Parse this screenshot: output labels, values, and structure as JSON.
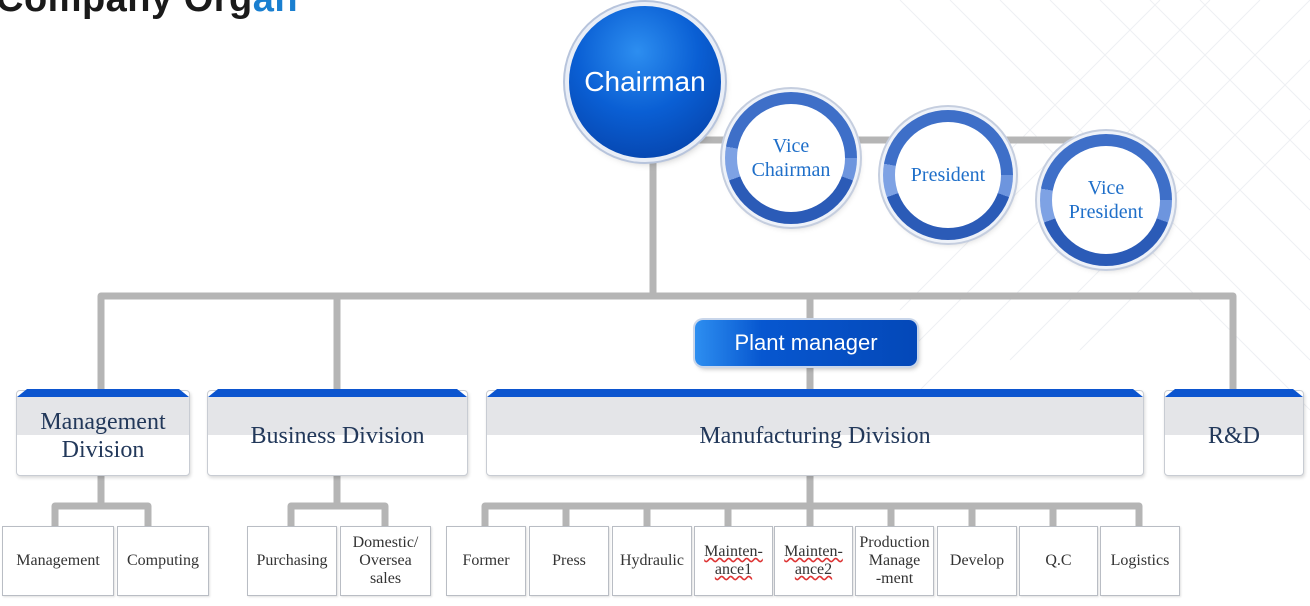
{
  "title": {
    "text": "Company Org",
    "accent": "an"
  },
  "top": {
    "chairman": "Chairman",
    "vice_chairman": "Vice\nChairman",
    "president": "President",
    "vice_president": "Vice\nPresident"
  },
  "plant_manager": "Plant manager",
  "divisions": [
    {
      "label": "Management\nDivision"
    },
    {
      "label": "Business Division"
    },
    {
      "label": "Manufacturing Division"
    },
    {
      "label": "R&D"
    }
  ],
  "departments": [
    {
      "label": "Management"
    },
    {
      "label": "Computing"
    },
    {
      "label": "Purchasing"
    },
    {
      "label": "Domestic/\nOversea\nsales"
    },
    {
      "label": "Former"
    },
    {
      "label": "Press"
    },
    {
      "label": "Hydraulic"
    },
    {
      "label": "Mainten-\nance1"
    },
    {
      "label": "Mainten-\nance2"
    },
    {
      "label": "Production\nManage\n-ment"
    },
    {
      "label": "Develop"
    },
    {
      "label": "Q.C"
    },
    {
      "label": "Logistics"
    }
  ],
  "colors": {
    "primary_blue": "#0a5fd4",
    "connector_gray": "#b5b5b5",
    "division_cap": "#0c55cf"
  }
}
